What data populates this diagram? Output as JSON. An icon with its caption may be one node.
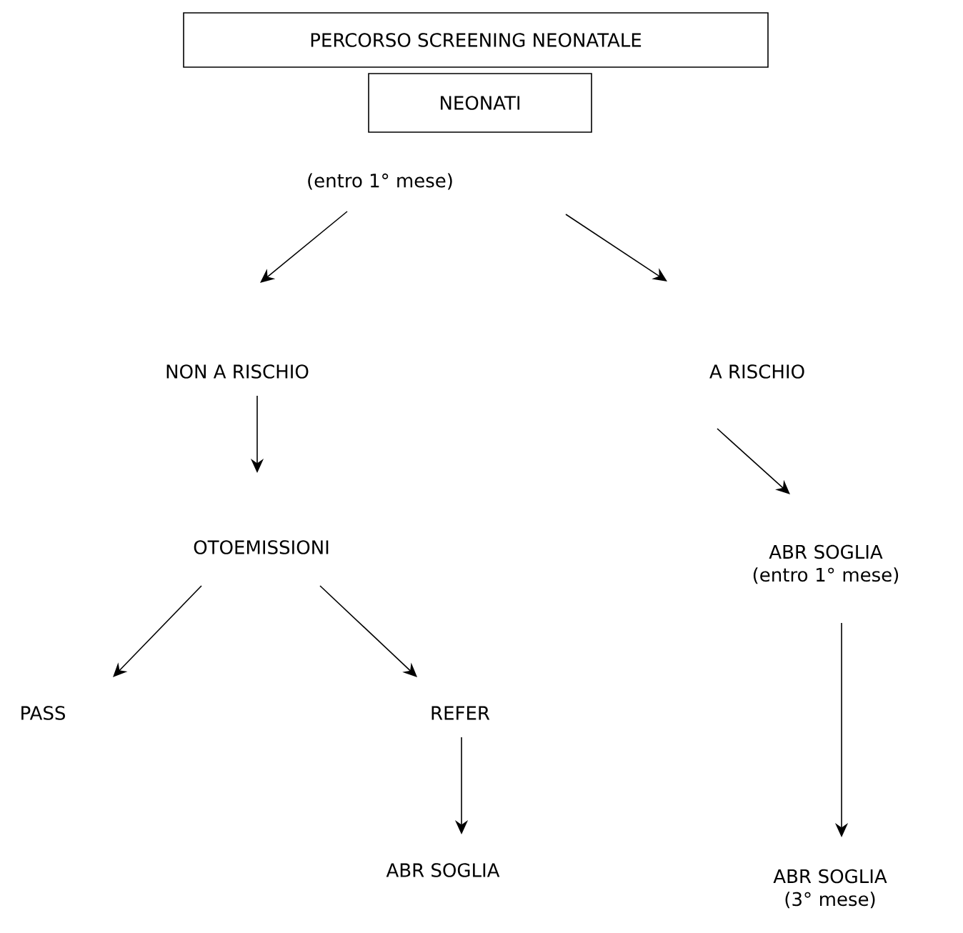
{
  "diagram": {
    "nodes": [
      {
        "text": [
          "PERCORSO SCREENING NEONATALE"
        ]
      },
      {
        "text": [
          "NEONATI"
        ],
        "beside": [
          "(entro 1° mese)"
        ]
      },
      {
        "text": [
          "NON A RISCHIO"
        ]
      },
      {
        "text": [
          "A RISCHIO"
        ]
      },
      {
        "text": [
          "OTOEMISSIONI"
        ]
      },
      {
        "text": [
          "ABR SOGLIA (entro 1° mese)"
        ]
      },
      {
        "text": [
          "PASS"
        ]
      },
      {
        "text": [
          "REFER"
        ]
      },
      {
        "text": [
          "ABR SOGLIA"
        ]
      },
      {
        "text": [
          "ABR SOGLIA (3° mese)"
        ]
      }
    ],
    "edges": [
      {
        "from": 1,
        "to": 2,
        "arrow": "to"
      },
      {
        "from": 1,
        "to": 3,
        "arrow": "to"
      },
      {
        "from": 2,
        "to": 4,
        "arrow": "to"
      },
      {
        "from": 3,
        "to": 5,
        "arrow": "to"
      },
      {
        "from": 4,
        "to": 6,
        "arrow": "to"
      },
      {
        "from": 4,
        "to": 7,
        "arrow": "to"
      },
      {
        "from": 7,
        "to": 8,
        "arrow": "to"
      },
      {
        "from": 5,
        "to": 9,
        "arrow": "to"
      }
    ]
  }
}
